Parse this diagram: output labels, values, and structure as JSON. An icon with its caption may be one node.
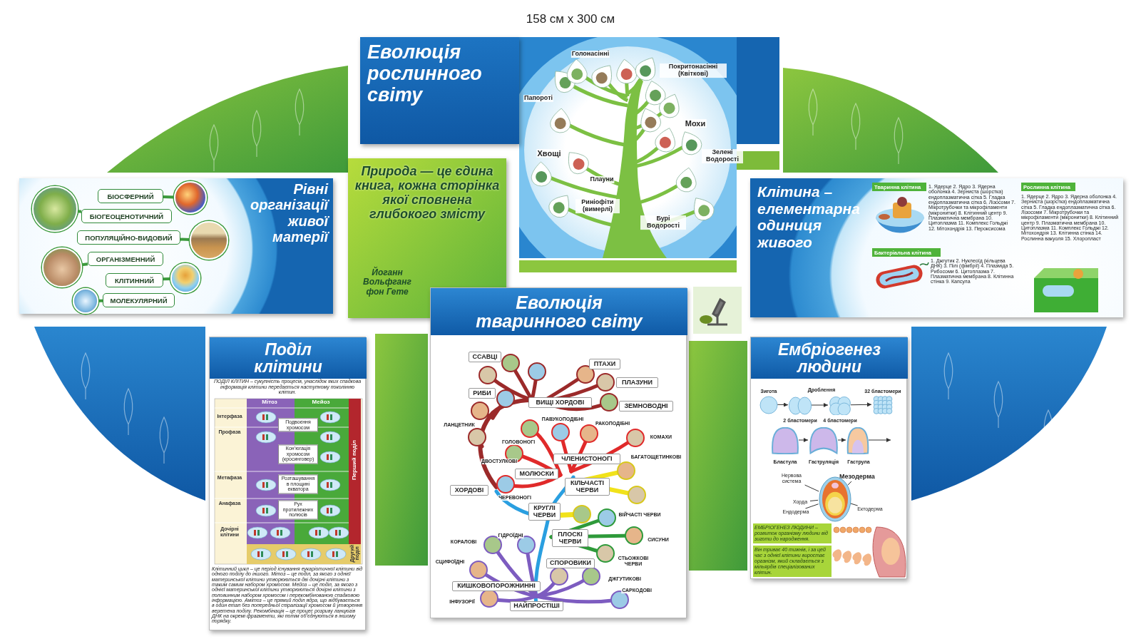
{
  "diagram": {
    "nodes": [
      {
        "text": [
          "Еволюція рослинного світу"
        ]
      },
      {
        "text": [
          "Природа — це єдина книга, кожна сторінка якої сповнена глибокого змісту",
          "Йоганн Вольфганг фон Гете"
        ]
      },
      {
        "text": [
          "Рівні організації живої матерії"
        ]
      },
      {
        "text": [
          "БІОСФЕРНИЙ"
        ],
        "in": 2
      },
      {
        "text": [
          "БІОГЕОЦЕНОТИЧНИЙ"
        ],
        "in": 2
      },
      {
        "text": [
          "ПОПУЛЯЦІЙНО-ВИДОВИЙ"
        ],
        "in": 2
      },
      {
        "text": [
          "ОРГАНІЗМЕННИЙ"
        ],
        "in": 2
      },
      {
        "text": [
          "КЛІТИННИЙ"
        ],
        "in": 2
      },
      {
        "text": [
          "МОЛЕКУЛЯРНИЙ"
        ],
        "in": 2
      },
      {
        "text": [],
        "shape": "picture",
        "in": 2
      },
      {
        "text": [],
        "shape": "picture",
        "in": 2
      },
      {
        "text": [],
        "shape": "picture",
        "in": 2
      },
      {
        "text": [],
        "shape": "picture",
        "in": 2
      },
      {
        "text": [],
        "shape": "picture",
        "in": 2
      },
      {
        "text": [],
        "shape": "picture",
        "in": 2
      },
      {
        "text": [
          "Клітина – елементарна одиниця живого"
        ]
      },
      {
        "text": [
          "Тваринна клітина"
        ],
        "in": 15
      },
      {
        "text": [
          "Рослинна клітина"
        ],
        "in": 15
      },
      {
        "text": [
          "Бактеріальна клітина"
        ],
        "in": 15
      },
      {
        "text": [
          "Поділ клітини"
        ]
      },
      {
        "text": [
          "Еволюція тваринного світу"
        ]
      },
      {
        "text": [
          "ССАВЦІ"
        ],
        "in": 20
      },
      {
        "text": [
          "ПТАХИ"
        ],
        "in": 20
      },
      {
        "text": [
          "ПЛАЗУНИ"
        ],
        "in": 20
      },
      {
        "text": [
          "РИБИ"
        ],
        "in": 20
      },
      {
        "text": [
          "ВИЩІ ХОРДОВІ"
        ],
        "in": 20
      },
      {
        "text": [
          "ЗЕМНОВОДНІ"
        ],
        "in": 20
      },
      {
        "text": [
          "ЧЛЕНИСТОНОГІ"
        ],
        "in": 20
      },
      {
        "text": [
          "МОЛЮСКИ"
        ],
        "in": 20
      },
      {
        "text": [
          "КІЛЬЧАСТІ ЧЕРВИ"
        ],
        "in": 20
      },
      {
        "text": [
          "ХОРДОВІ"
        ],
        "in": 20
      },
      {
        "text": [
          "КРУГЛІ ЧЕРВИ"
        ],
        "in": 20
      },
      {
        "text": [
          "ПЛОСКІ ЧЕРВИ"
        ],
        "in": 20
      },
      {
        "text": [
          "СПОРОВИКИ"
        ],
        "in": 20
      },
      {
        "text": [
          "КИШКОВОПОРОЖНИННІ"
        ],
        "in": 20
      },
      {
        "text": [
          "НАЙПРОСТІШІ"
        ],
        "in": 20
      },
      {
        "text": [
          "Ембріогенез людини"
        ]
      },
      {
        "text": [],
        "shape": "circle",
        "in": 36,
        "beside": [
          "Зигота"
        ]
      },
      {
        "text": [],
        "shape": "circle",
        "in": 36,
        "beside": [
          "2 бластомери"
        ]
      },
      {
        "text": [],
        "shape": "circle",
        "in": 36,
        "beside": [
          "4 бластомери"
        ]
      },
      {
        "text": [],
        "shape": "circle",
        "in": 36,
        "beside": [
          "32 бластомери"
        ]
      },
      {
        "text": [],
        "shape": "circle",
        "in": 36,
        "beside": [
          "Бластула"
        ]
      },
      {
        "text": [],
        "shape": "circle",
        "in": 36,
        "beside": [
          "Гаструляція"
        ]
      },
      {
        "text": [],
        "shape": "circle",
        "in": 36,
        "beside": [
          "Гаструла"
        ]
      },
      {
        "text": [
          "Нервова система"
        ],
        "in": 36
      },
      {
        "text": [
          "Мезодерма"
        ],
        "in": 36
      },
      {
        "text": [],
        "shape": "picture",
        "in": 36
      },
      {
        "text": [
          "Хорда"
        ],
        "in": 36
      },
      {
        "text": [
          "Ектодерма"
        ],
        "in": 36
      },
      {
        "text": [
          "Ендодерма"
        ],
        "in": 36
      },
      {
        "text": [
          "ЕМБРІОГЕНЕЗ ЛЮДИНИ – розвиток організму людини від зиготи до народження."
        ],
        "in": 36
      },
      {
        "text": [
          "Він триває 40 тижнів, і за цей час з однієї клітини виростає організм, який складається з мільярдів спеціалізованих клітин."
        ],
        "in": 36
      }
    ],
    "edges": [
      {
        "from": 3,
        "to": 9,
        "arrow": "none",
        "style": "thick",
        "color": "#3c9a3c"
      },
      {
        "from": 4,
        "to": 10,
        "arrow": "none",
        "style": "thick",
        "color": "#3c9a3c"
      },
      {
        "from": 5,
        "to": 11,
        "arrow": "none",
        "style": "thick",
        "color": "#3c9a3c"
      },
      {
        "from": 6,
        "to": 12,
        "arrow": "none",
        "style": "thick",
        "color": "#3c9a3c"
      },
      {
        "from": 7,
        "to": 13,
        "arrow": "none",
        "style": "thick",
        "color": "#3c9a3c"
      },
      {
        "from": 8,
        "to": 14,
        "arrow": "none",
        "style": "thick",
        "color": "#3c9a3c"
      },
      {
        "from": 37,
        "to": 38,
        "arrow": "to"
      },
      {
        "from": 38,
        "to": 39,
        "arrow": "to"
      },
      {
        "from": 39,
        "to": 40,
        "arrow": "to"
      },
      {
        "from": 41,
        "to": 42,
        "arrow": "to"
      },
      {
        "from": 42,
        "to": 43,
        "arrow": "to"
      },
      {
        "from": 43,
        "to": null,
        "arrow": "to"
      },
      {
        "from": 44,
        "to": 46,
        "arrow": "none"
      },
      {
        "from": 45,
        "to": 46,
        "arrow": "none"
      },
      {
        "from": 47,
        "to": 46,
        "arrow": "none"
      },
      {
        "from": 48,
        "to": 46,
        "arrow": "none"
      },
      {
        "from": 49,
        "to": 46,
        "arrow": "none"
      }
    ],
    "labels": [
      "158 см x 300 см",
      "Голонасінні",
      "Покритонасінні (Квіткові)",
      "Папороті",
      "Мохи",
      "Хвощі",
      "Зелені Водорості",
      "Плауни",
      "Риніофіти (вимерлі)",
      "Бурі Водорості",
      "1. Ядерце 2. Ядро 3. Ядерна оболонка 4. Зерниста (шорстка) ендоплазматична сітка 5. Гладка ендоплазматична сітка 6. Лізосоми 7. Мікротрубочки та мікрофіламенти (мікронитки) 8. Клітинний центр 9. Плазматична мембрана 10. Цитоплазма 11. Комплекс Гольджі 12. Мітохондрія 13. Пероксисома",
      "1. Джгутик 2. Нуклеоїд (кільцева ДНК) 3. Пілі (фімбрії) 4. Плазміда 5. Рибосоми 6. Цитоплазма 7. Плазматична мембрана 8. Клітинна стінка 9. Капсула",
      "1. Ядерце 2. Ядро 3. Ядерна оболонка 4. Зерниста (шорстка) ендоплазматична сітка 5. Гладка ендоплазматична сітка 6. Лізосоми 7. Мікротрубочки та мікрофіламенти (мікронитки) 8. Клітинний центр 9. Плазматична мембрана 10. Цитоплазма 11. Комплекс Гольджі 12. Мітохондрія 13. Клітинна стінка 14. Рослинна вакуоля 15. Хлоропласт",
      "ПОДІЛ КЛІТИН – сукупність процесів, унаслідок яких спадкова інформація клітини передається наступному поколінню клітин.",
      "Мітоз",
      "Мейоз",
      "Інтерфаза",
      "Профаза",
      "Метафаза",
      "Анафаза",
      "Дочірні клітини",
      "Подвоєння хромосом",
      "Кон’югація хромосом (кросинговер)",
      "Розташування в площині екватора",
      "Рух протилежних полюсів",
      "Перший поділ",
      "Другий поділ",
      "Клітинний цикл – це період існування еукаріотичної клітини від одного поділу до іншого. Мітоз – це поділ, за якого з однієї материнської клітини утворюються дві дочірні клітини з таким самим набором хромосом. Мейоз – це поділ, за якого з однієї материнської клітини утворюються дочірні клітини з половинним набором хромосом і перекомбінованою спадковою інформацією. Амітоз – це прямий поділ ядра, що відбувається в один етап без попередньої спіралізації хромосом й утворення веретена поділу. Рекомбінація – це процес розриву ланцюгів ДНК на окремі фрагменти, які потім об’єднуються в іншому порядку.",
      "Дроблення",
      "ЛАНЦЕТНИК",
      "ПАВУКОПОДІБНІ",
      "РАКОПОДІБНІ",
      "ГОЛОВОНОГІ",
      "КОМАХИ",
      "БАГАТОЩЕТИНКОВІ",
      "ДВОСТУЛКОВІ",
      "ЧЕРЕВОНОГІ",
      "ВІЙЧАСТІ ЧЕРВИ",
      "ГІДРОЇДНІ",
      "КОРАЛОВІ",
      "СИСУНИ",
      "СЦИФОЇДНІ",
      "СТЬОЖКОВІ ЧЕРВИ",
      "ДЖГУТИКОВІ",
      "САРКОДОВІ",
      "ІНФУЗОРІЇ"
    ]
  }
}
